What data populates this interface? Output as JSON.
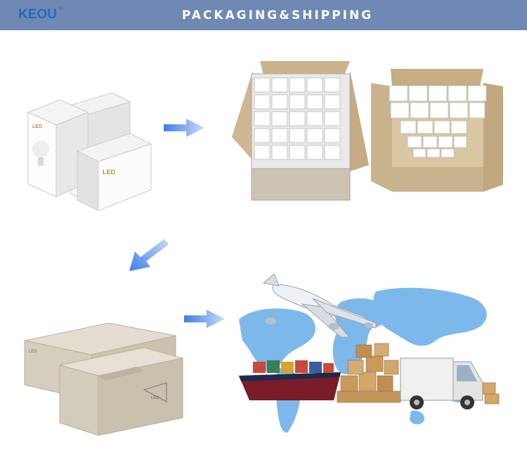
{
  "header": {
    "brand": "KEOU",
    "title": "PACKAGING&SHIPPING"
  },
  "product": {
    "box_label": "LED"
  },
  "colors": {
    "header": "#6f88b4",
    "brand": "#1f6dc2",
    "arrow": "#4a7fe0",
    "carton": "#cfc6b4",
    "map": "#78b4e8"
  },
  "icons": [
    "arrow-right-icon",
    "arrow-down-left-icon"
  ]
}
